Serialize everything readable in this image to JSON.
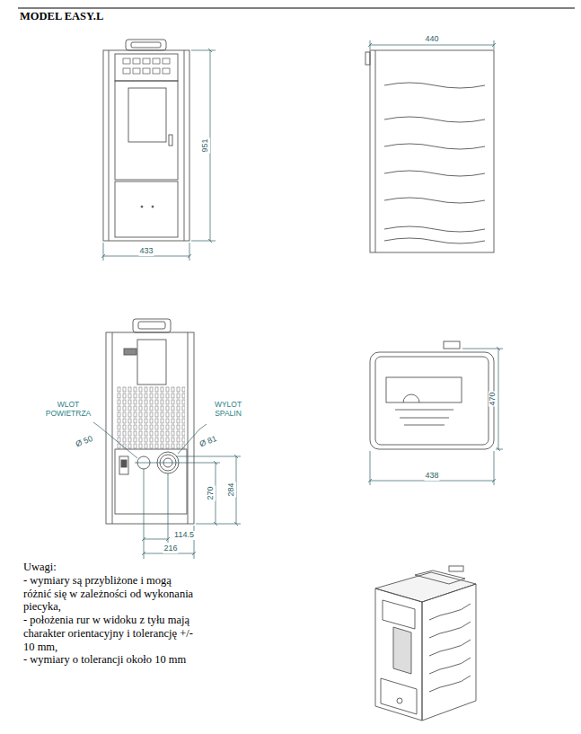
{
  "diagram": {
    "title": "MODEL EASY.L",
    "labels": [
      "440",
      "951",
      "433",
      "470",
      "438",
      "WLOT POWIETRZA",
      "WYLOT SPALIN",
      "Ø 50",
      "Ø 81",
      "270",
      "284",
      "114.5",
      "216",
      "Uwagi:",
      "- wymiary są przybliżone i mogą różnić się w zależności od wykonania piecyka,",
      "- położenia rur w widoku z tyłu mają charakter orientacyjny i tolerancję +/- 10 mm,",
      "- wymiary o tolerancji około 10 mm"
    ]
  }
}
